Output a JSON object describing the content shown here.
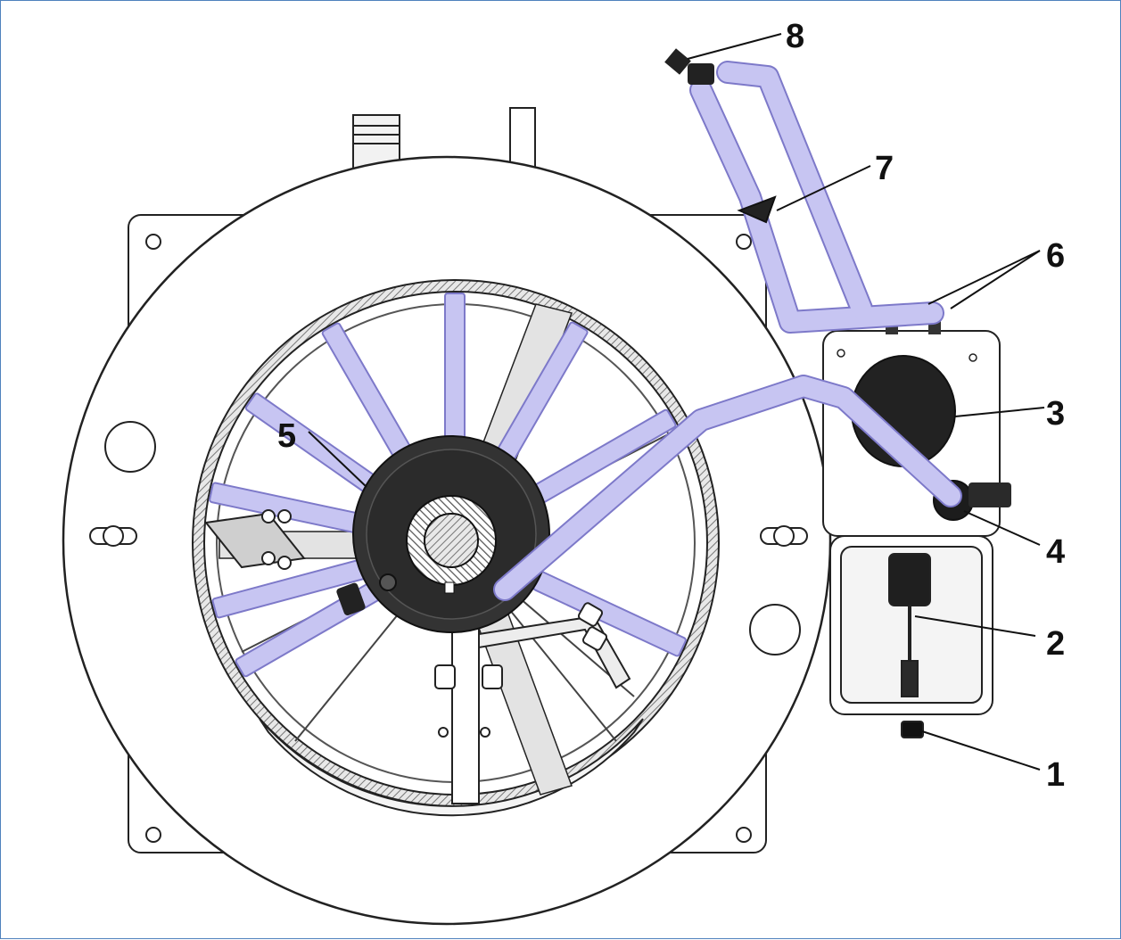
{
  "figure": {
    "colors": {
      "border": "#4f81bd",
      "line": "#222222",
      "fill": "#ffffff",
      "tube": "#c7c5f2",
      "tube_edge": "#8a86d6",
      "dark": "#2f2f2f",
      "hatch": "#9a9a9a"
    },
    "callouts": [
      {
        "id": "c1",
        "label": "1"
      },
      {
        "id": "c2",
        "label": "2"
      },
      {
        "id": "c3",
        "label": "3"
      },
      {
        "id": "c4",
        "label": "4"
      },
      {
        "id": "c5",
        "label": "5"
      },
      {
        "id": "c6",
        "label": "6"
      },
      {
        "id": "c7",
        "label": "7"
      },
      {
        "id": "c8",
        "label": "8"
      }
    ]
  }
}
